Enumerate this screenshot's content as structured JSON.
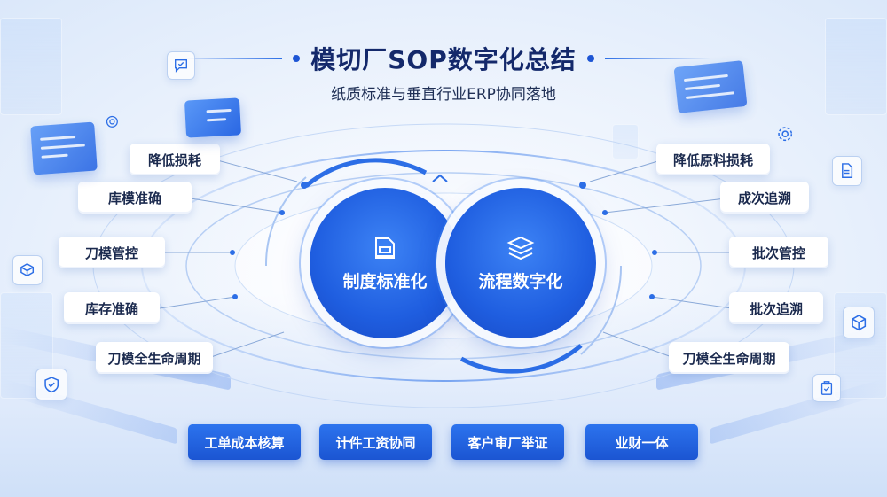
{
  "header": {
    "title": "模切厂SOP数字化总结",
    "subtitle": "纸质标准与垂直行业ERP协同落地"
  },
  "core": {
    "left": {
      "label": "制度标准化",
      "icon": "document-stamp-icon"
    },
    "right": {
      "label": "流程数字化",
      "icon": "layers-stack-icon"
    }
  },
  "left_tags": [
    "降低损耗",
    "库模准确",
    "刀模管控",
    "库存准确",
    "刀模全生命周期"
  ],
  "right_tags": [
    "降低原料损耗",
    "成次追溯",
    "批次管控",
    "批次追溯",
    "刀模全生命周期"
  ],
  "bottom_buttons": [
    "工单成本核算",
    "计件工资协同",
    "客户审厂举证",
    "业财一体"
  ],
  "colors": {
    "primary": "#1f5ee0",
    "title": "#14296b",
    "background": "#eef4fd"
  }
}
